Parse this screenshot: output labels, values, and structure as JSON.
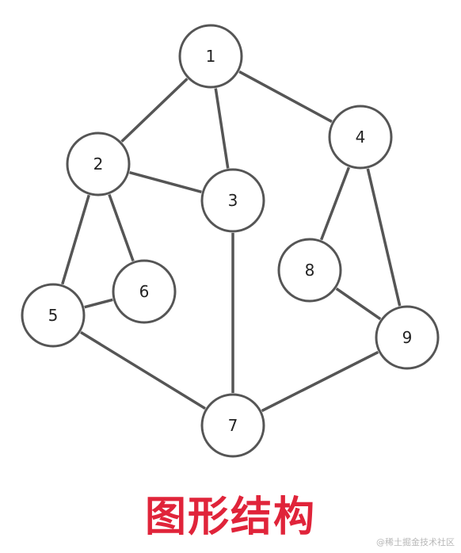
{
  "diagram": {
    "title": "图形结构",
    "watermark": "@稀土掘金技术社区",
    "colors": {
      "stroke": "#555555",
      "node_fill": "#ffffff",
      "label": "#222222",
      "title": "#e0243a",
      "watermark": "#b8b8b8"
    },
    "nodes": [
      {
        "id": "1",
        "label": "1"
      },
      {
        "id": "2",
        "label": "2"
      },
      {
        "id": "3",
        "label": "3"
      },
      {
        "id": "4",
        "label": "4"
      },
      {
        "id": "5",
        "label": "5"
      },
      {
        "id": "6",
        "label": "6"
      },
      {
        "id": "7",
        "label": "7"
      },
      {
        "id": "8",
        "label": "8"
      },
      {
        "id": "9",
        "label": "9"
      }
    ],
    "edges": [
      [
        "1",
        "2"
      ],
      [
        "1",
        "3"
      ],
      [
        "1",
        "4"
      ],
      [
        "2",
        "3"
      ],
      [
        "2",
        "5"
      ],
      [
        "2",
        "6"
      ],
      [
        "3",
        "7"
      ],
      [
        "4",
        "8"
      ],
      [
        "4",
        "9"
      ],
      [
        "5",
        "6"
      ],
      [
        "5",
        "7"
      ],
      [
        "7",
        "9"
      ],
      [
        "8",
        "9"
      ]
    ]
  }
}
